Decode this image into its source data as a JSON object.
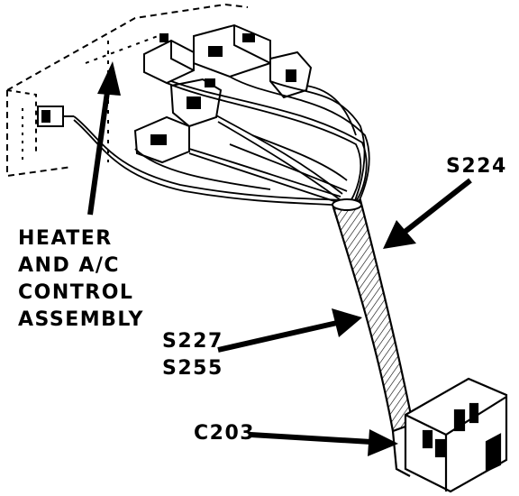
{
  "diagram": {
    "callouts": {
      "assembly_lines": [
        "HEATER",
        "AND A/C",
        "CONTROL",
        "ASSEMBLY"
      ],
      "splice_s224": "S224",
      "splice_s227": "S227",
      "splice_s255": "S255",
      "connector_c203": "C203"
    },
    "colors": {
      "ink": "#000000",
      "paper": "#ffffff"
    }
  }
}
